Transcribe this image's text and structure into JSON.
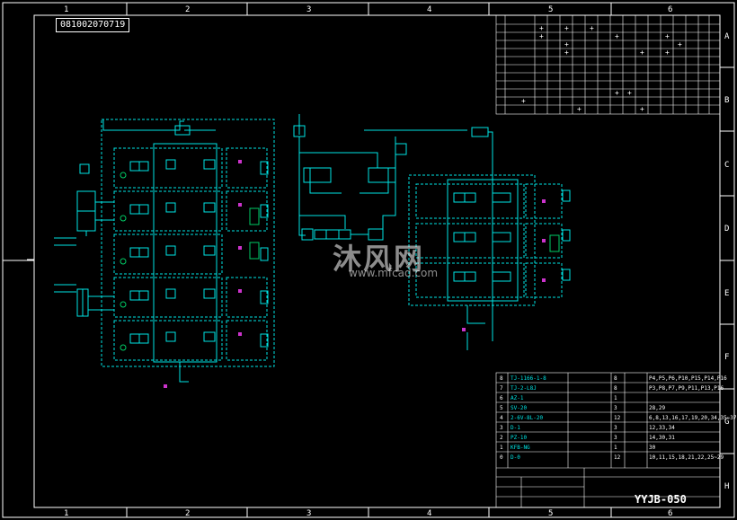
{
  "drawing": {
    "serial_badge": "081002070719",
    "columns": [
      "1",
      "2",
      "3",
      "4",
      "5",
      "6"
    ],
    "rows": [
      "A",
      "B",
      "C",
      "D",
      "E",
      "F",
      "G",
      "H"
    ]
  },
  "parts_list": {
    "rows": [
      {
        "no": "8",
        "qty": "8",
        "remark": "P4,P5,P6,P10,P15,P14,P16"
      },
      {
        "no": "7",
        "qty": "8",
        "remark": "P3,P8,P7,P9,P11,P13,P16"
      },
      {
        "no": "6",
        "qty": "1",
        "remark": ""
      },
      {
        "no": "5",
        "qty": "3",
        "remark": "28,29"
      },
      {
        "no": "4",
        "qty": "12",
        "remark": "6,8,13,16,17,19,20,34,35~37"
      },
      {
        "no": "3",
        "qty": "3",
        "remark": "12,33,34"
      },
      {
        "no": "2",
        "qty": "3",
        "remark": "14,30,31"
      },
      {
        "no": "1",
        "qty": "1",
        "remark": "30"
      },
      {
        "no": "0",
        "qty": "12",
        "remark": "10,11,15,18,21,22,25~29"
      }
    ]
  },
  "title_block": {
    "code": "YYJB-050"
  },
  "watermark": {
    "cn": "沐风网",
    "en": "www.mfcad.com"
  },
  "colors": {
    "background": "#000000",
    "circuit": "#00e5e5",
    "frame": "#ffffff",
    "accent_green": "#00cc66",
    "accent_magenta": "#cc33cc"
  }
}
